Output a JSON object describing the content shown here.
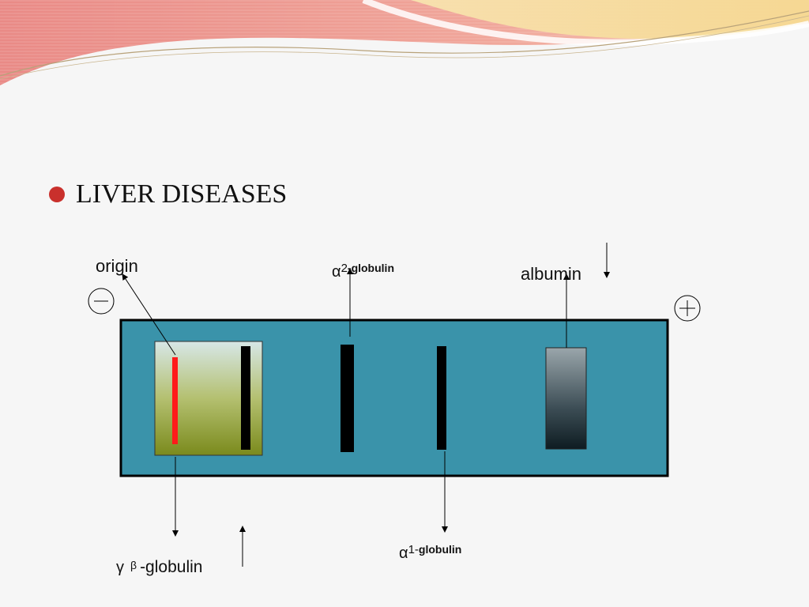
{
  "slide": {
    "bullet_text": "LIVER DISEASES"
  },
  "diagram": {
    "labels": {
      "origin": "origin",
      "alpha2_symbol": "α",
      "alpha2_num": "2",
      "alpha2_word": "-globulin",
      "albumin": "albumin",
      "gamma_symbol": "γ",
      "beta_symbol": "β",
      "gamma_beta_word": "-globulin",
      "alpha1_symbol": "α",
      "alpha1_num": "1-",
      "alpha1_word": "globulin"
    },
    "electrodes": {
      "negative": "cathode-minus",
      "positive": "anode-plus"
    },
    "colors": {
      "strip": "#3a93aa",
      "origin_line": "#ff1a1a",
      "band": "#000000",
      "bullet": "#c9302c"
    }
  }
}
